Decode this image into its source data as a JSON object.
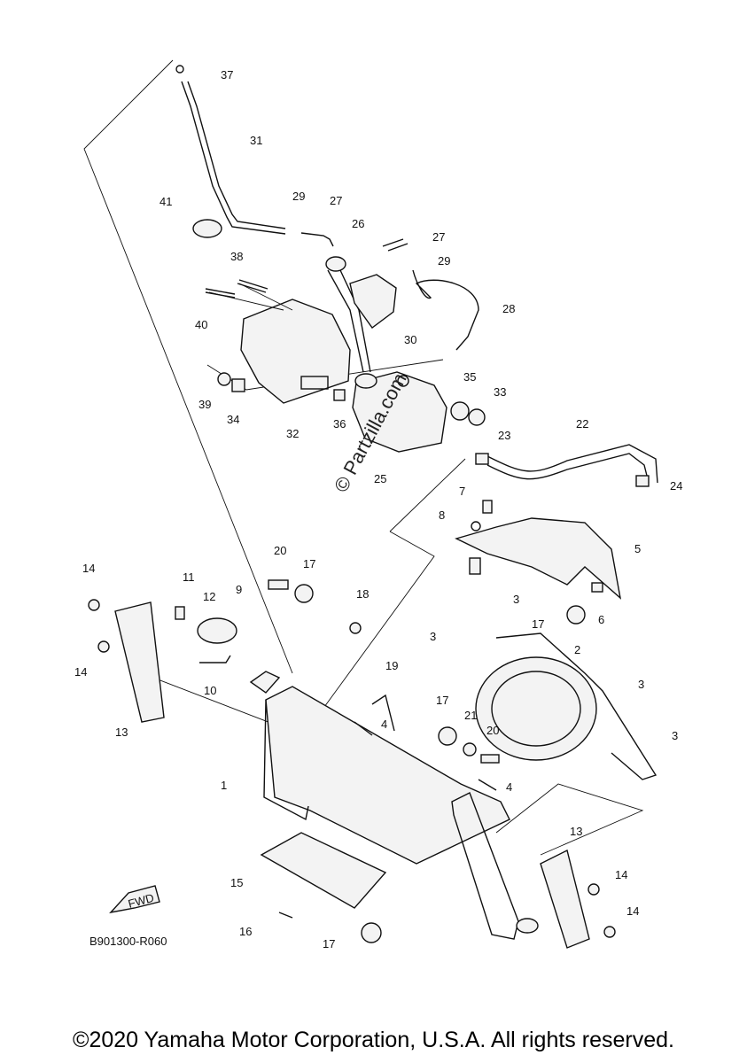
{
  "diagram": {
    "code": "B901300-R060",
    "fwd_label": "FWD",
    "watermark": "© Partzilla.com",
    "copyright": "©2020 Yamaha Motor Corporation, U.S.A. All rights reserved.",
    "callouts": [
      "37",
      "31",
      "41",
      "29",
      "27",
      "26",
      "27",
      "29",
      "38",
      "40",
      "28",
      "30",
      "39",
      "34",
      "32",
      "36",
      "25",
      "35",
      "33",
      "23",
      "22",
      "24",
      "7",
      "8",
      "5",
      "20",
      "17",
      "18",
      "14",
      "11",
      "12",
      "9",
      "17",
      "6",
      "3",
      "3",
      "2",
      "3",
      "14",
      "10",
      "19",
      "4",
      "17",
      "21",
      "20",
      "3",
      "13",
      "1",
      "4",
      "13",
      "14",
      "15",
      "14",
      "16",
      "17"
    ]
  }
}
